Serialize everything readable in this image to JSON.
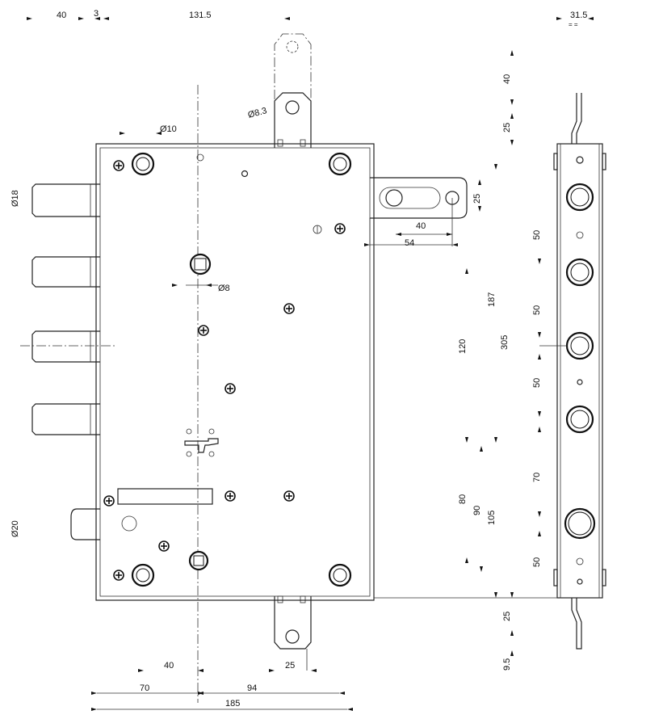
{
  "drawing": {
    "top": {
      "d40": "40",
      "d3": "3",
      "d131_5": "131.5",
      "d31_5": "31.5",
      "eq": "= ="
    },
    "diameters": {
      "d10": "Ø10",
      "d8_3": "Ø8.3",
      "d18": "Ø18",
      "d8": "Ø8",
      "d20": "Ø20"
    },
    "bolt": {
      "d40": "40",
      "d54": "54",
      "d25": "25"
    },
    "vertical": {
      "d187": "187",
      "d120": "120",
      "d305": "305",
      "d80": "80",
      "d90": "90",
      "d105": "105"
    },
    "side": {
      "d40": "40",
      "d25a": "25",
      "d50a": "50",
      "d50b": "50",
      "d50c": "50",
      "d70": "70",
      "d50d": "50",
      "d25b": "25",
      "d9_5": "9.5"
    },
    "bottom": {
      "d40": "40",
      "d25": "25",
      "d70": "70",
      "d94": "94",
      "d185": "185"
    }
  }
}
